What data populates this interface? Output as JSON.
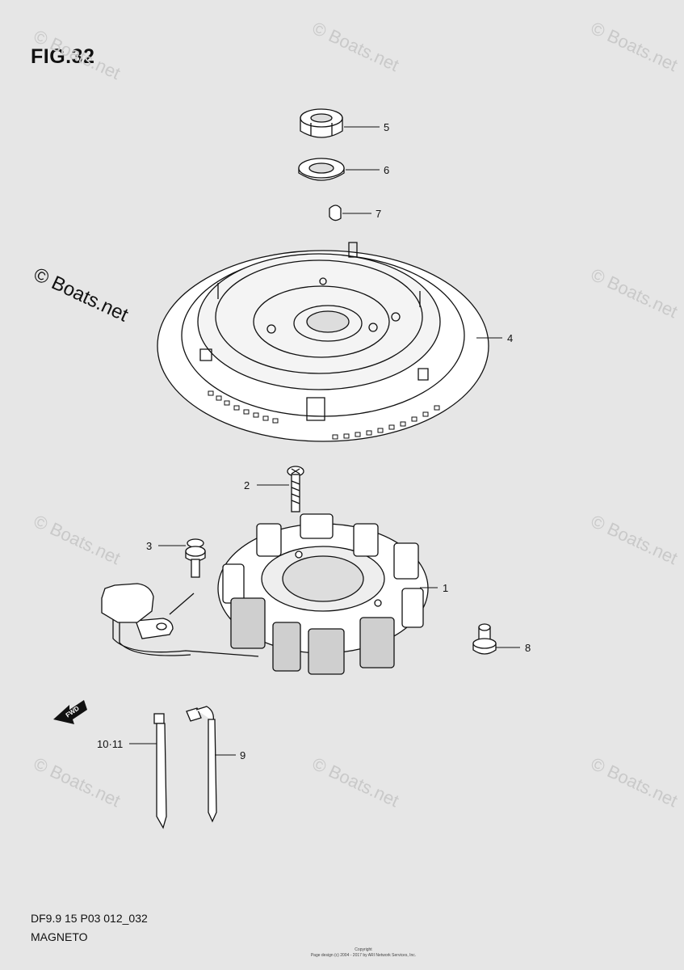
{
  "figure": {
    "title": "FIG.32"
  },
  "callouts": {
    "c1": "1",
    "c2": "2",
    "c3": "3",
    "c4": "4",
    "c5": "5",
    "c6": "6",
    "c7": "7",
    "c8": "8",
    "c9": "9",
    "c10": "10·11"
  },
  "fwd_label": "FWD",
  "watermark": {
    "text": "© Boats.net"
  },
  "footer": {
    "code": "DF9.9 15 P03 012_032",
    "name": "MAGNETO",
    "copyright_1": "Copyright",
    "copyright_2": "Page design (c) 2004 - 2017 by ARI Network Services, Inc."
  },
  "colors": {
    "background": "#e6e6e6",
    "line": "#111111",
    "watermark": "#c9c9c9"
  }
}
